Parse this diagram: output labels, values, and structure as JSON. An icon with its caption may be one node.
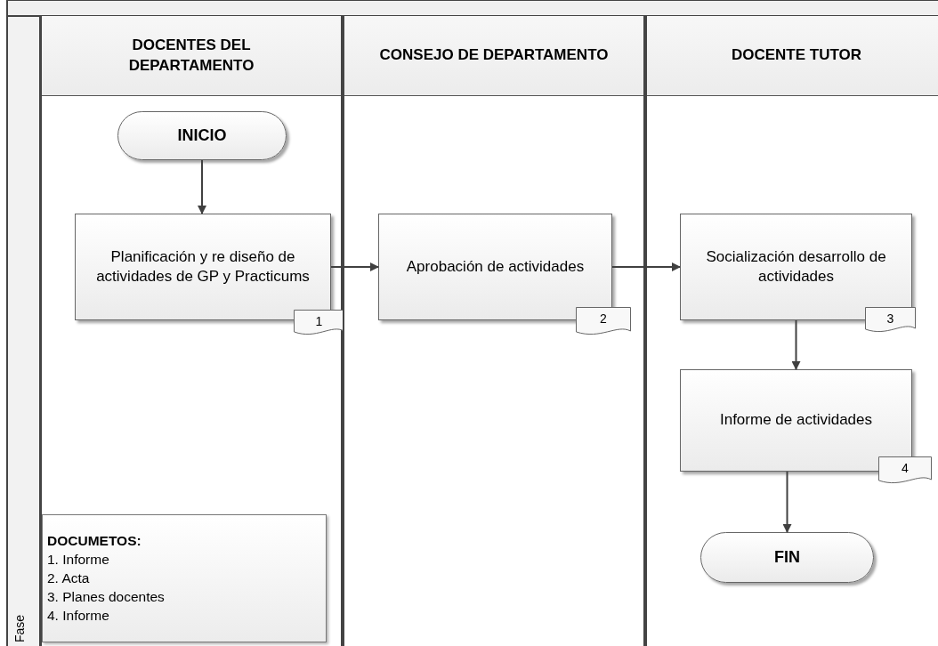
{
  "diagram": {
    "nodes": [
      {
        "text": [
          "DOCENTES DEL DEPARTAMENTO"
        ]
      },
      {
        "text": [
          "INICIO"
        ],
        "in": 0
      },
      {
        "text": [
          "Planificación y re diseño de actividades de GP  y Practicums"
        ],
        "in": 0
      },
      {
        "text": [
          "1"
        ],
        "in": 0
      },
      {
        "text": [
          "DOCUMETOS:",
          "1. Informe",
          "2. Acta",
          "3. Planes docentes",
          "4. Informe"
        ],
        "in": 0
      },
      {
        "text": [
          "CONSEJO DE DEPARTAMENTO"
        ]
      },
      {
        "text": [
          "Aprobación de actividades"
        ],
        "in": 5
      },
      {
        "text": [
          "2"
        ],
        "in": 5
      },
      {
        "text": [
          "DOCENTE TUTOR"
        ]
      },
      {
        "text": [
          "Socialización desarrollo de actividades"
        ],
        "in": 8
      },
      {
        "text": [
          "3"
        ],
        "in": 8
      },
      {
        "text": [
          "Informe de actividades"
        ],
        "in": 8
      },
      {
        "text": [
          "4"
        ],
        "in": 8
      },
      {
        "text": [
          "FIN"
        ],
        "in": 8
      }
    ],
    "edges": [
      {
        "from": 1,
        "to": 2,
        "arrow": "to"
      },
      {
        "from": 2,
        "to": 6,
        "arrow": "to"
      },
      {
        "from": 6,
        "to": 9,
        "arrow": "to"
      },
      {
        "from": 9,
        "to": 11,
        "arrow": "to"
      },
      {
        "from": 11,
        "to": 13,
        "arrow": "to"
      }
    ],
    "labels": [
      "Fase"
    ]
  }
}
